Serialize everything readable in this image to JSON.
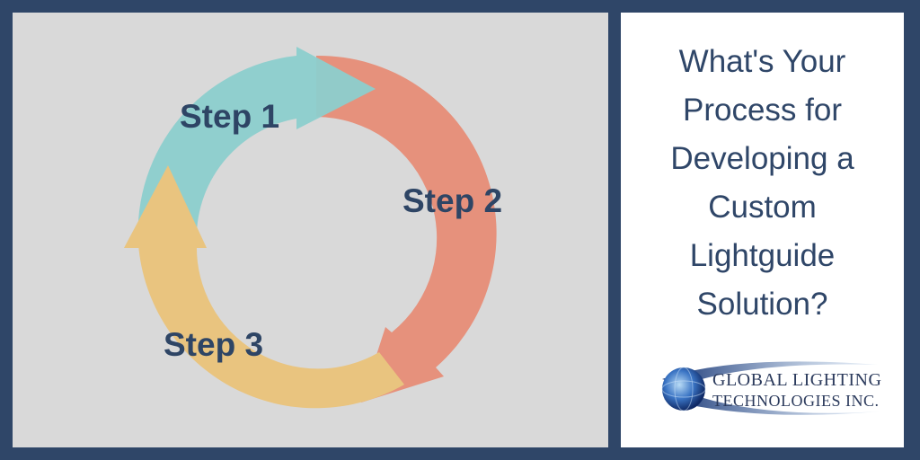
{
  "diagram": {
    "steps": [
      {
        "label": "Step 1",
        "color": "#8ccfcd"
      },
      {
        "label": "Step 2",
        "color": "#e6917c"
      },
      {
        "label": "Step 3",
        "color": "#e9c47f"
      }
    ]
  },
  "headline": {
    "lines": [
      "What's Your",
      "Process for",
      "Developing a",
      "Custom",
      "Lightguide",
      "Solution?"
    ]
  },
  "logo": {
    "line1": "GLOBAL LIGHTING",
    "line2": "TECHNOLOGIES INC."
  },
  "colors": {
    "frame": "#2f4668",
    "panel": "#d9d9d9",
    "text": "#2e4565"
  }
}
